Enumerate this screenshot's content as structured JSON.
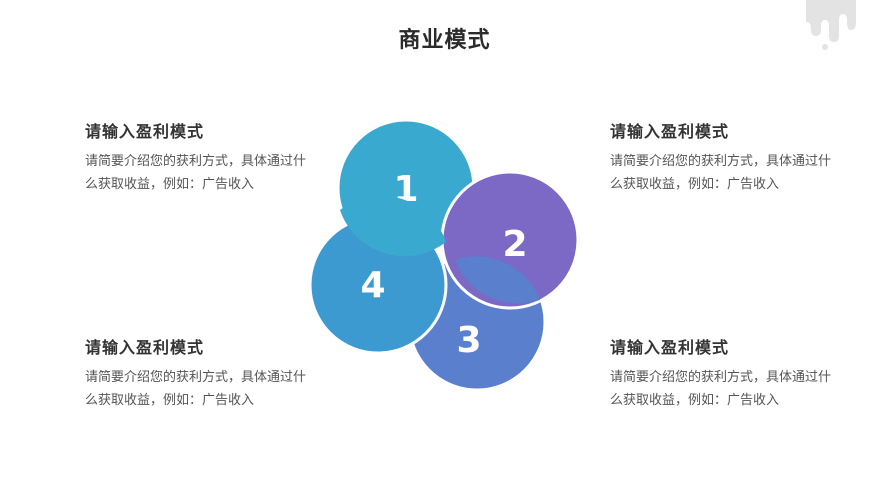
{
  "title": "商业模式",
  "items": [
    {
      "number": "1",
      "heading": "请输入盈利模式",
      "text": "请简要介绍您的获利方式，具体通过什么获取收益，例如：广告收入"
    },
    {
      "number": "2",
      "heading": "请输入盈利模式",
      "text": "请简要介绍您的获利方式，具体通过什么获取收益，例如：广告收入"
    },
    {
      "number": "3",
      "heading": "请输入盈利模式",
      "text": "请简要介绍您的获利方式，具体通过什么获取收益，例如：广告收入"
    },
    {
      "number": "4",
      "heading": "请输入盈利模式",
      "text": "请简要介绍您的获利方式，具体通过什么获取收益，例如：广告收入"
    }
  ],
  "colors": {
    "circle1": "#3aa9d0",
    "circle2": "#7c69c6",
    "circle3": "#5a7fcc",
    "circle4": "#3c9ad0",
    "decoration": "#e3e3e3"
  }
}
